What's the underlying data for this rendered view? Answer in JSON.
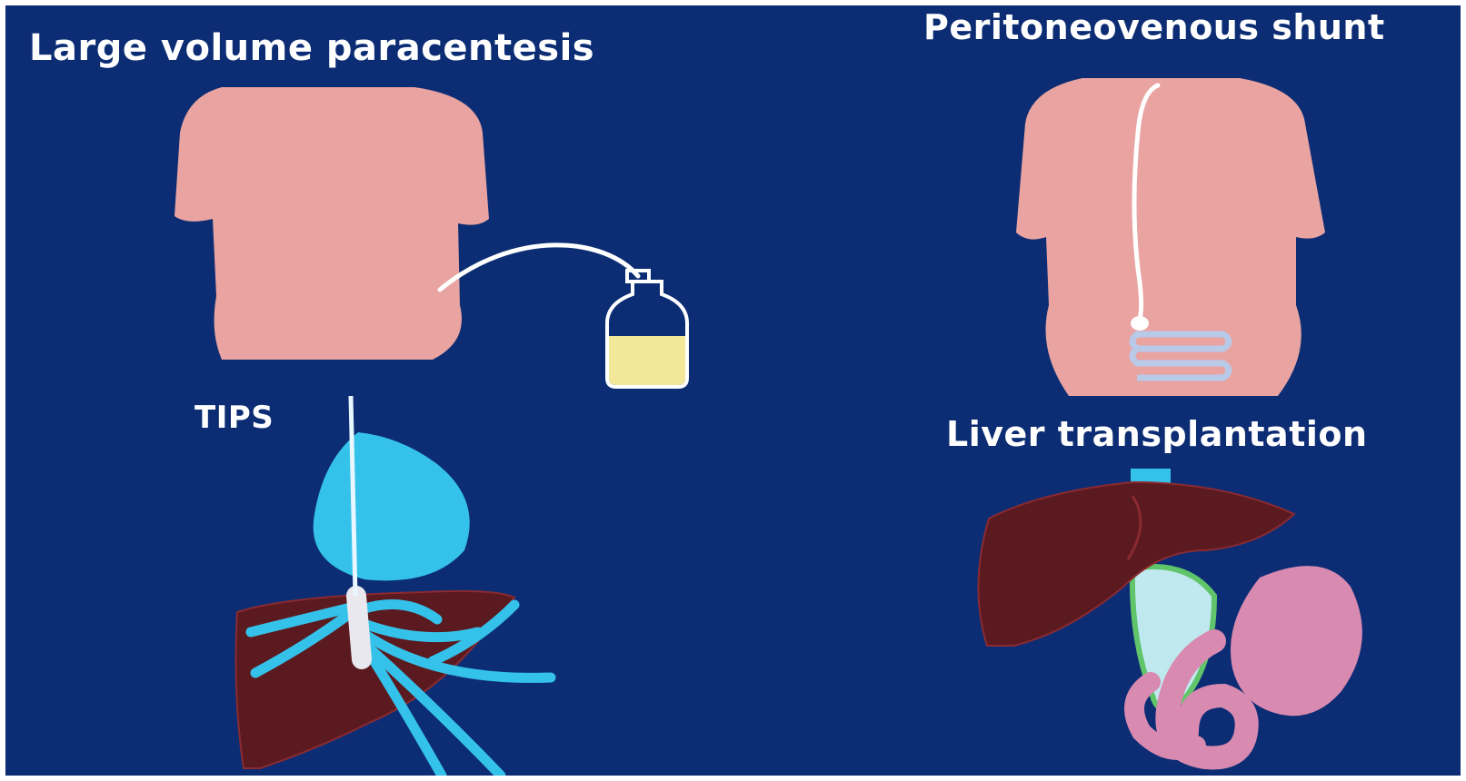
{
  "labels": {
    "paracentesis": "Large volume paracentesis",
    "shunt": "Peritoneovenous shunt",
    "tips": "TIPS",
    "transplant": "Liver transplantation"
  },
  "colors": {
    "background": "#0c2d74",
    "skin": "#e9a3a0",
    "fluid": "#f3e79a",
    "liver": "#5a1a20",
    "vessel": "#35c2ea",
    "intestine": "#d98ab0",
    "text": "#ffffff"
  }
}
